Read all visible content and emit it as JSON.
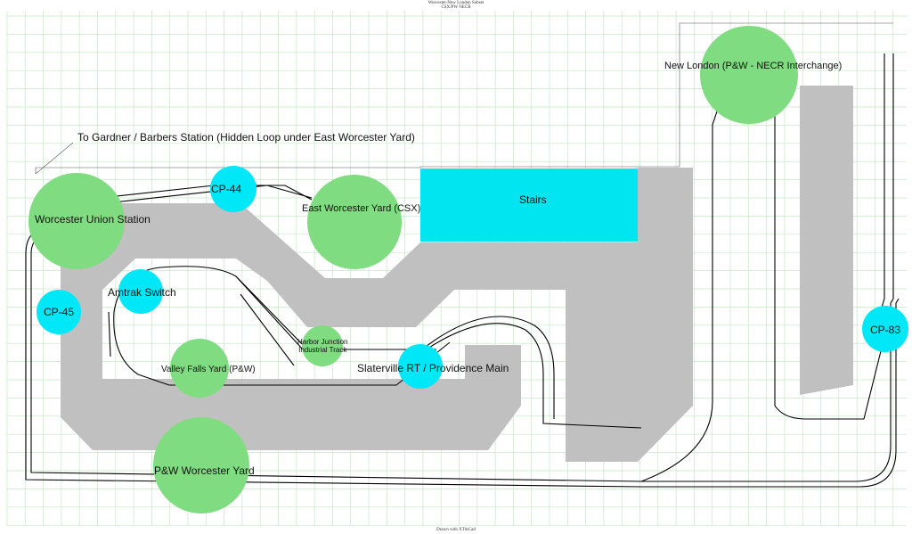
{
  "header": {
    "title": "Worcester-New London Subset",
    "subtitle": "CSX/PW NECR"
  },
  "footer": {
    "text": "Drawn with XTrkCad"
  },
  "labels": {
    "hidden_loop": "To Gardner / Barbers Station (Hidden Loop under East Worcester Yard)",
    "stairs": "Stairs",
    "new_london": "New London (P&W - NECR Interchange)",
    "worcester_union": "Worcester Union Station",
    "cp44": "CP-44",
    "east_worcester": "East Worcester Yard (CSX)",
    "amtrak_switch": "Amtrak Switch",
    "cp45": "CP-45",
    "harbor_junction": "Harbor Junction\nIndustrial Track",
    "valley_falls": "Valley Falls Yard (P&W)",
    "slaterville": "Slaterville RT / Providence Main",
    "cp83": "CP-83",
    "pw_worcester": "P&W Worcester Yard"
  },
  "colors": {
    "grid": "#c8e6c8",
    "benchwork": "#c0c0c0",
    "stairs": "#00e5f0",
    "yard": "#80dc80",
    "control_point": "#00e8f8",
    "track": "#000000"
  }
}
